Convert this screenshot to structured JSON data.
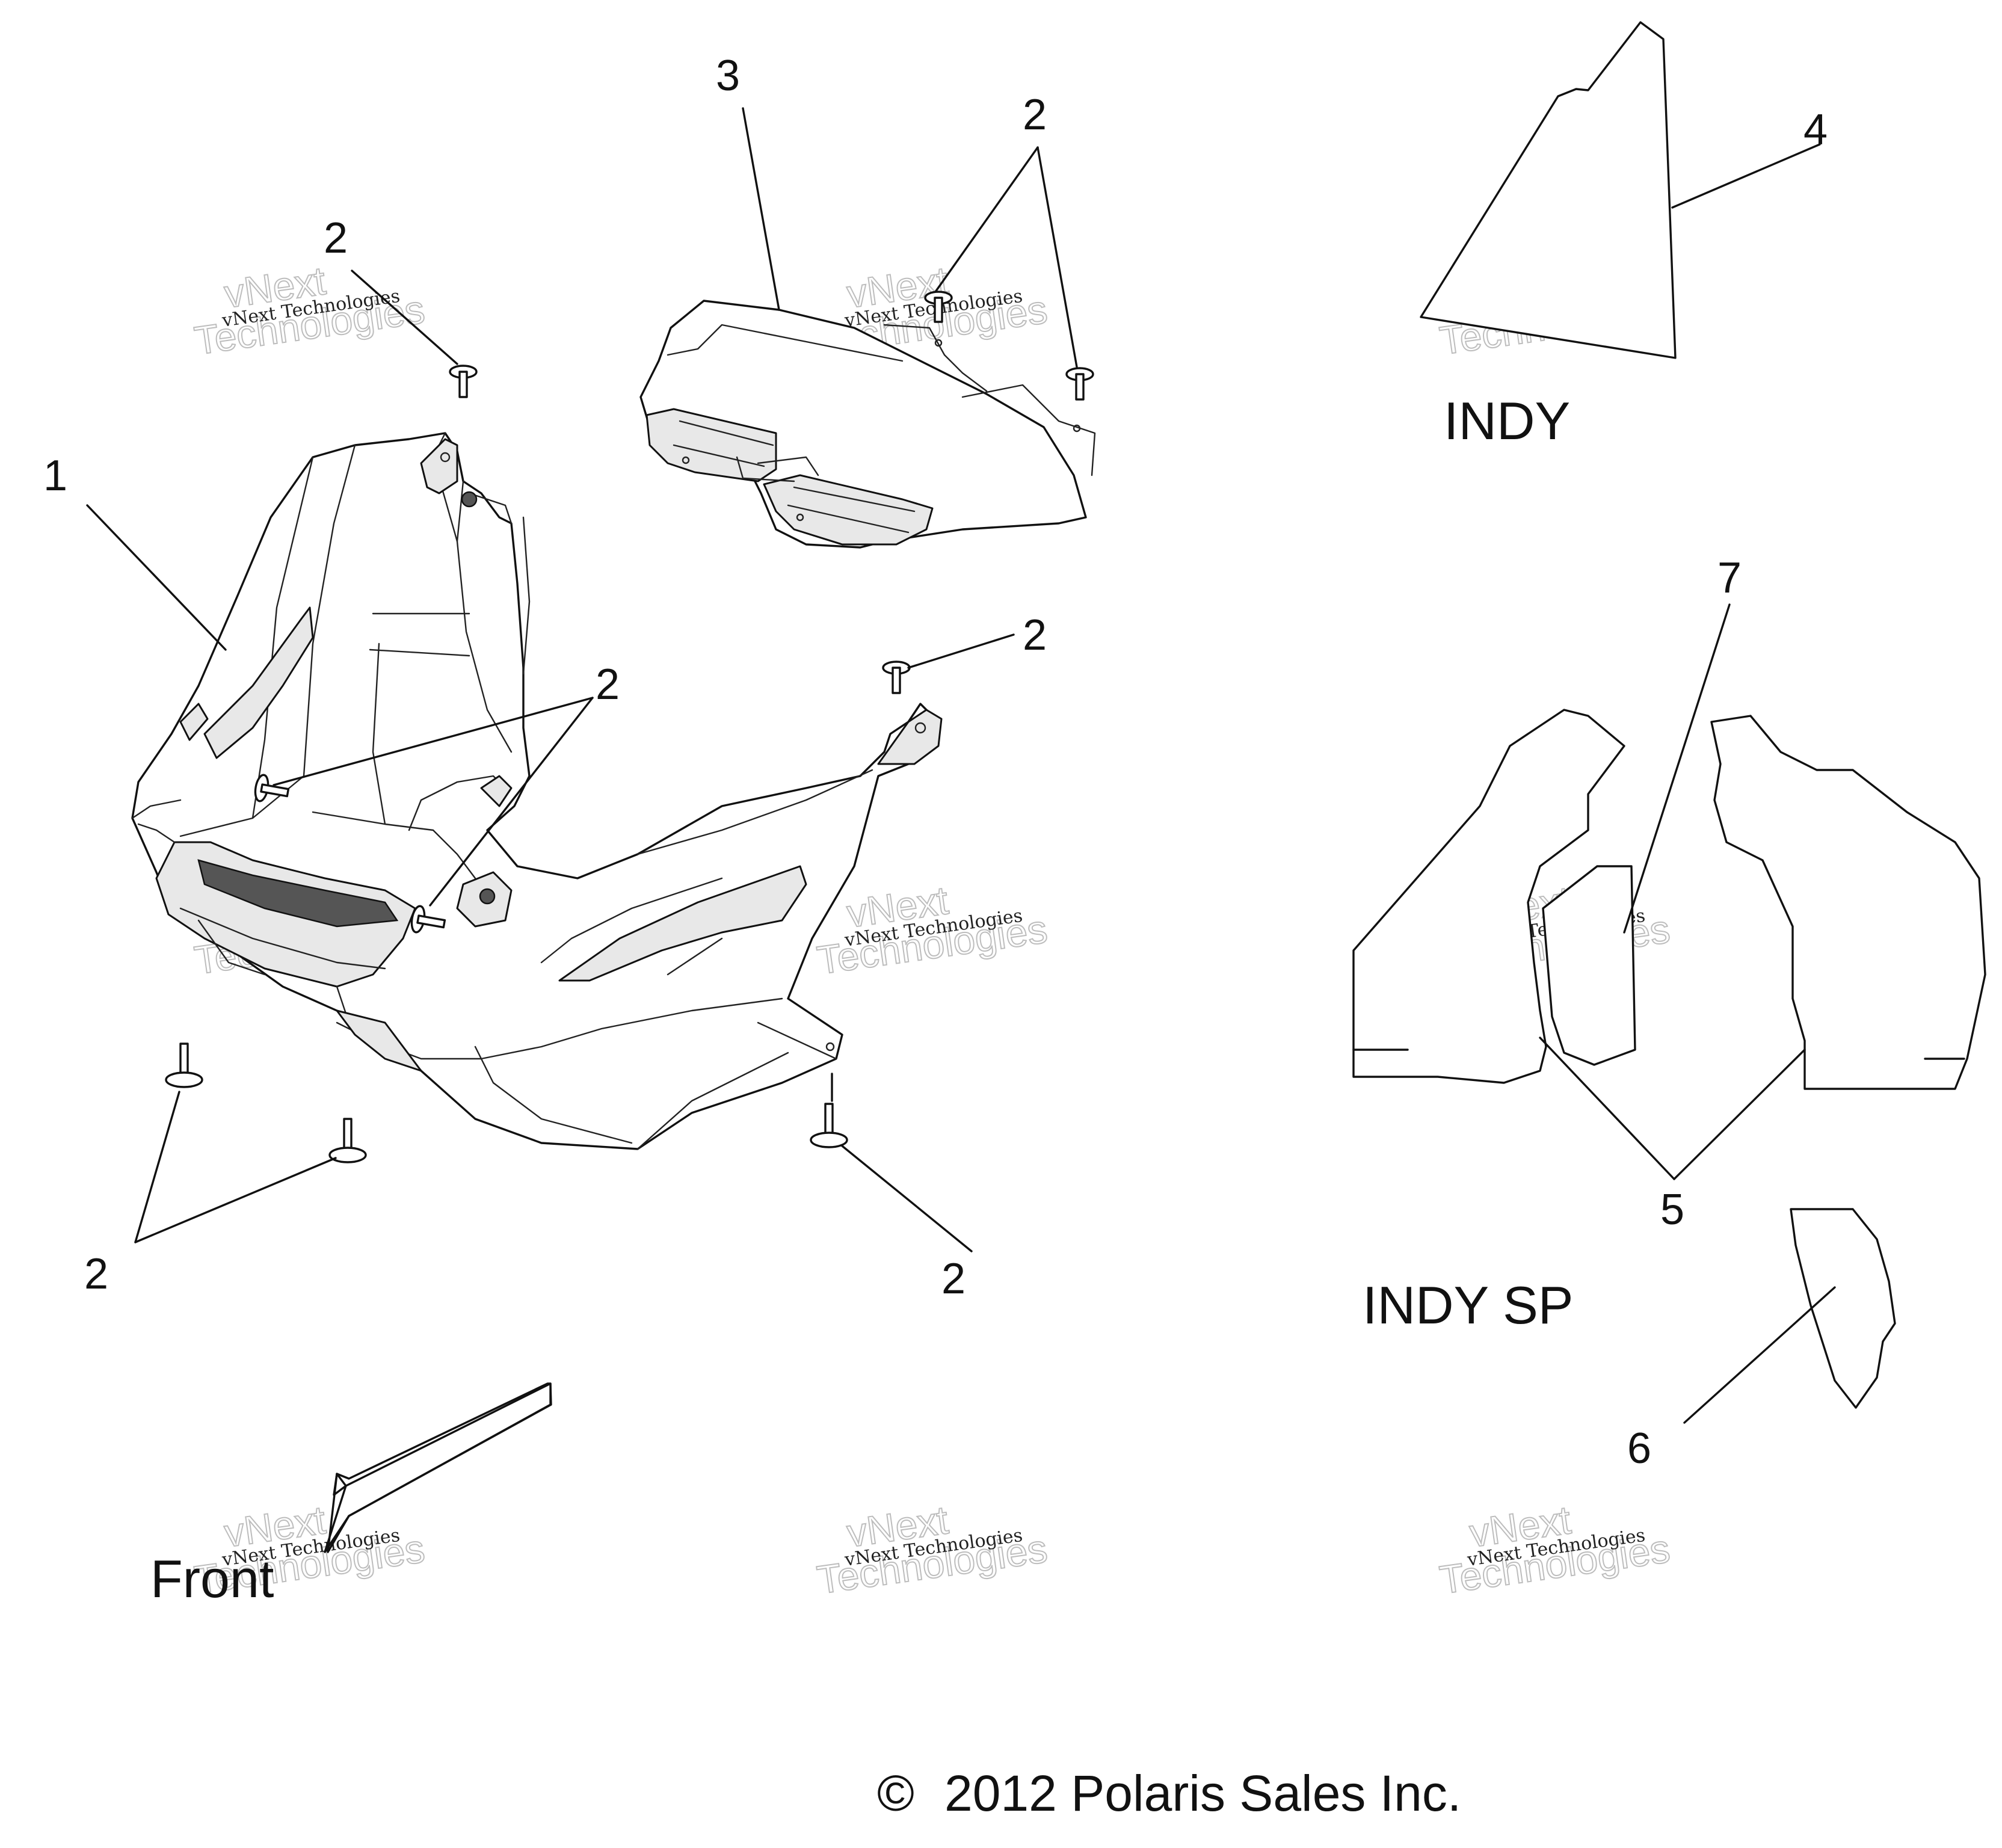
{
  "callouts": {
    "c1": "1",
    "c2": "2",
    "c3": "3",
    "c4": "4",
    "c5": "5",
    "c6": "6",
    "c7": "7"
  },
  "labels": {
    "indy": "INDY",
    "indy_sp": "INDY SP",
    "front": "Front"
  },
  "copyright": {
    "symbol": "©",
    "text": "2012 Polaris Sales Inc."
  },
  "watermark": {
    "small": "vNext Technologies",
    "big_top": "vNext",
    "big_bottom": "Technologies"
  }
}
